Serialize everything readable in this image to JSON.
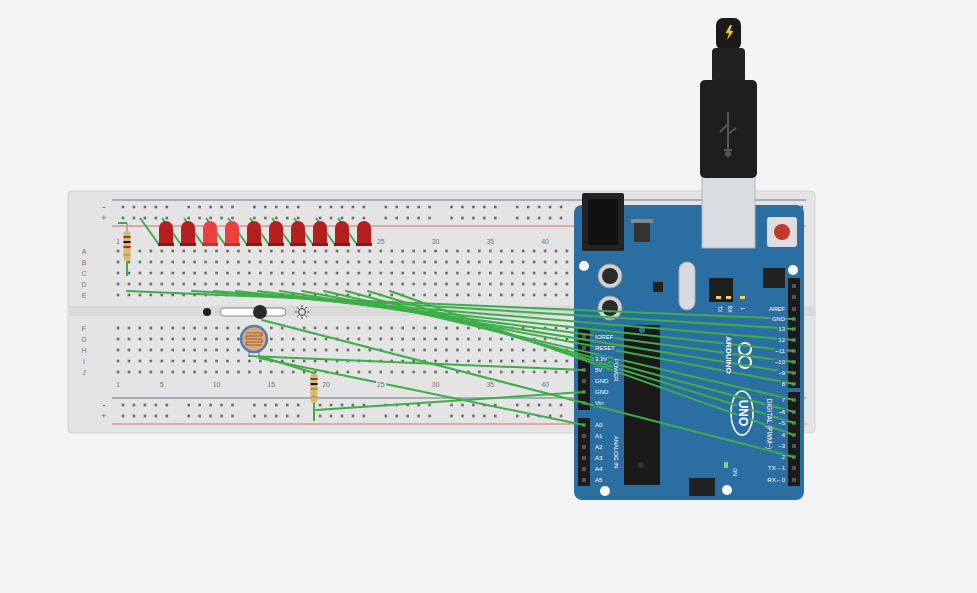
{
  "diagram": {
    "nodes": [
      {
        "text": [
          "-",
          "+",
          "1",
          "25",
          "30",
          "35",
          "40",
          "A",
          "B",
          "C",
          "D",
          "E",
          "F",
          "G",
          "H",
          "I",
          "J",
          "1",
          "5",
          "10",
          "15",
          "20",
          "25",
          "30",
          "35",
          "40",
          "-",
          "+"
        ]
      },
      {
        "text": [
          "TX",
          "RX",
          "L",
          "ARDUINO",
          "UNO",
          "AREF",
          "GND",
          "13",
          "12",
          "~11",
          "~10",
          "~9",
          "8",
          "7",
          "~6",
          "~5",
          "4",
          "~3",
          "2",
          "TX→1",
          "RX←0",
          "DIGITAL (PWM~)",
          "IOREF",
          "RESET",
          "3.3V",
          "5V",
          "GND",
          "GND",
          "Vin",
          "POWER",
          "A0",
          "A1",
          "A2",
          "A3",
          "A4",
          "A5",
          "ANALOG IN",
          "ON"
        ]
      }
    ]
  }
}
